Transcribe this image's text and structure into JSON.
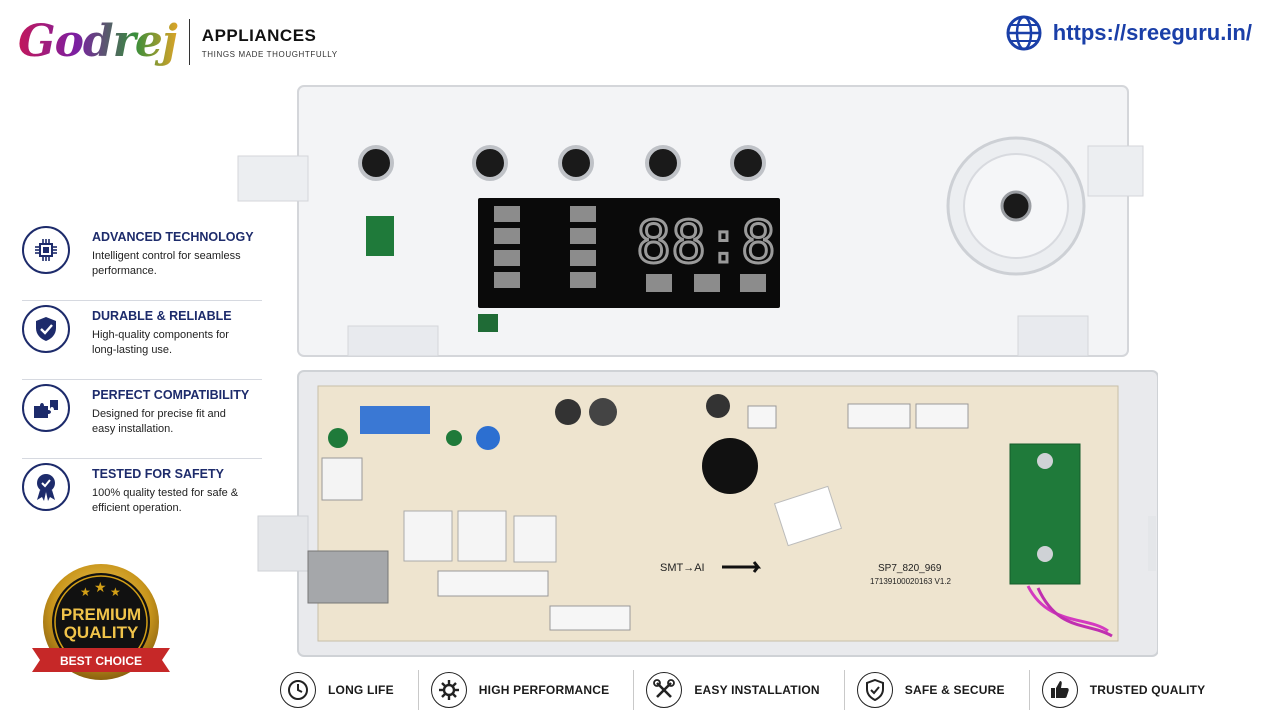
{
  "header": {
    "logo_text": "Godrej",
    "brand_title": "APPLIANCES",
    "brand_tagline": "THINGS MADE THOUGHTFULLY",
    "website": "https://sreeguru.in/"
  },
  "features": [
    {
      "title": "ADVANCED TECHNOLOGY",
      "desc": "Intelligent control for seamless performance.",
      "icon": "chip-icon"
    },
    {
      "title": "DURABLE & RELIABLE",
      "desc": "High-quality components for long-lasting use.",
      "icon": "shield-check-icon"
    },
    {
      "title": "PERFECT COMPATIBILITY",
      "desc": "Designed for precise fit and easy installation.",
      "icon": "puzzle-piece-icon"
    },
    {
      "title": "TESTED FOR SAFETY",
      "desc": "100% quality tested for safe & efficient operation.",
      "icon": "award-ribbon-icon"
    }
  ],
  "badge": {
    "line1": "PREMIUM",
    "line2": "QUALITY",
    "ribbon": "BEST CHOICE"
  },
  "pcb": {
    "part_number": "SP7_820_969",
    "serial": "17139100020163 V1.2",
    "arrow_text": "SMT→AI",
    "display_digits": "88:8"
  },
  "bottom_bar": [
    {
      "label": "LONG LIFE",
      "icon": "clock-icon"
    },
    {
      "label": "HIGH PERFORMANCE",
      "icon": "gear-icon"
    },
    {
      "label": "EASY INSTALLATION",
      "icon": "tools-icon"
    },
    {
      "label": "SAFE & SECURE",
      "icon": "shield-check-icon"
    },
    {
      "label": "TRUSTED QUALITY",
      "icon": "thumbs-up-icon"
    }
  ],
  "colors": {
    "navy": "#1d2b6b",
    "link_blue": "#1a3fa8",
    "badge_gold": "#d4a017",
    "badge_red": "#c62828",
    "pcb_board": "#eee4cf",
    "pcb_green": "#1f7a3a"
  }
}
